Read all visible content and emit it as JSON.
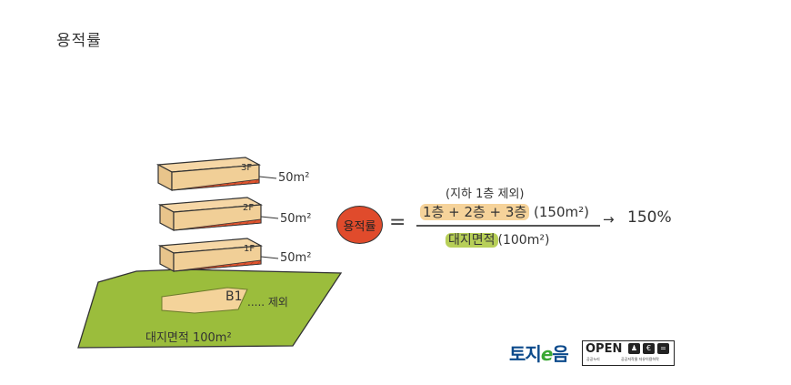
{
  "title": "용적률",
  "floors": [
    {
      "label": "3F",
      "area": "50m²"
    },
    {
      "label": "2F",
      "area": "50m²"
    },
    {
      "label": "1F",
      "area": "50m²"
    }
  ],
  "basement": {
    "label": "B1",
    "excluded": "..... 제외"
  },
  "site_label": "대지면적 100m²",
  "formula": {
    "badge": "용적률",
    "equals": "=",
    "note": "(지하 1층 제외)",
    "numerator_highlight": "1층 + 2층 + 3층",
    "numerator_rest": " (150m²)",
    "denominator_highlight": "대지면적",
    "denominator_rest": "(100m²)",
    "arrow": "→",
    "result": "150%"
  },
  "logo": {
    "text_before": "토지",
    "text_e": "e",
    "text_after": "음",
    "open_label": "OPEN",
    "license_icons": [
      "person-icon",
      "no-commercial-icon",
      "no-derivative-icon"
    ],
    "open_caption1": "공공누리",
    "open_caption2": "공공저작물 자유이용허락"
  },
  "colors": {
    "block_top": "#f6d7a6",
    "block_front": "#e8c48b",
    "block_stripe": "#e0552f",
    "site": "#9bbd3c",
    "basement": "#f4d39a",
    "badge": "#e04b2c",
    "numerator_highlight": "#f6d39a",
    "denominator_highlight": "#b7cf58"
  }
}
